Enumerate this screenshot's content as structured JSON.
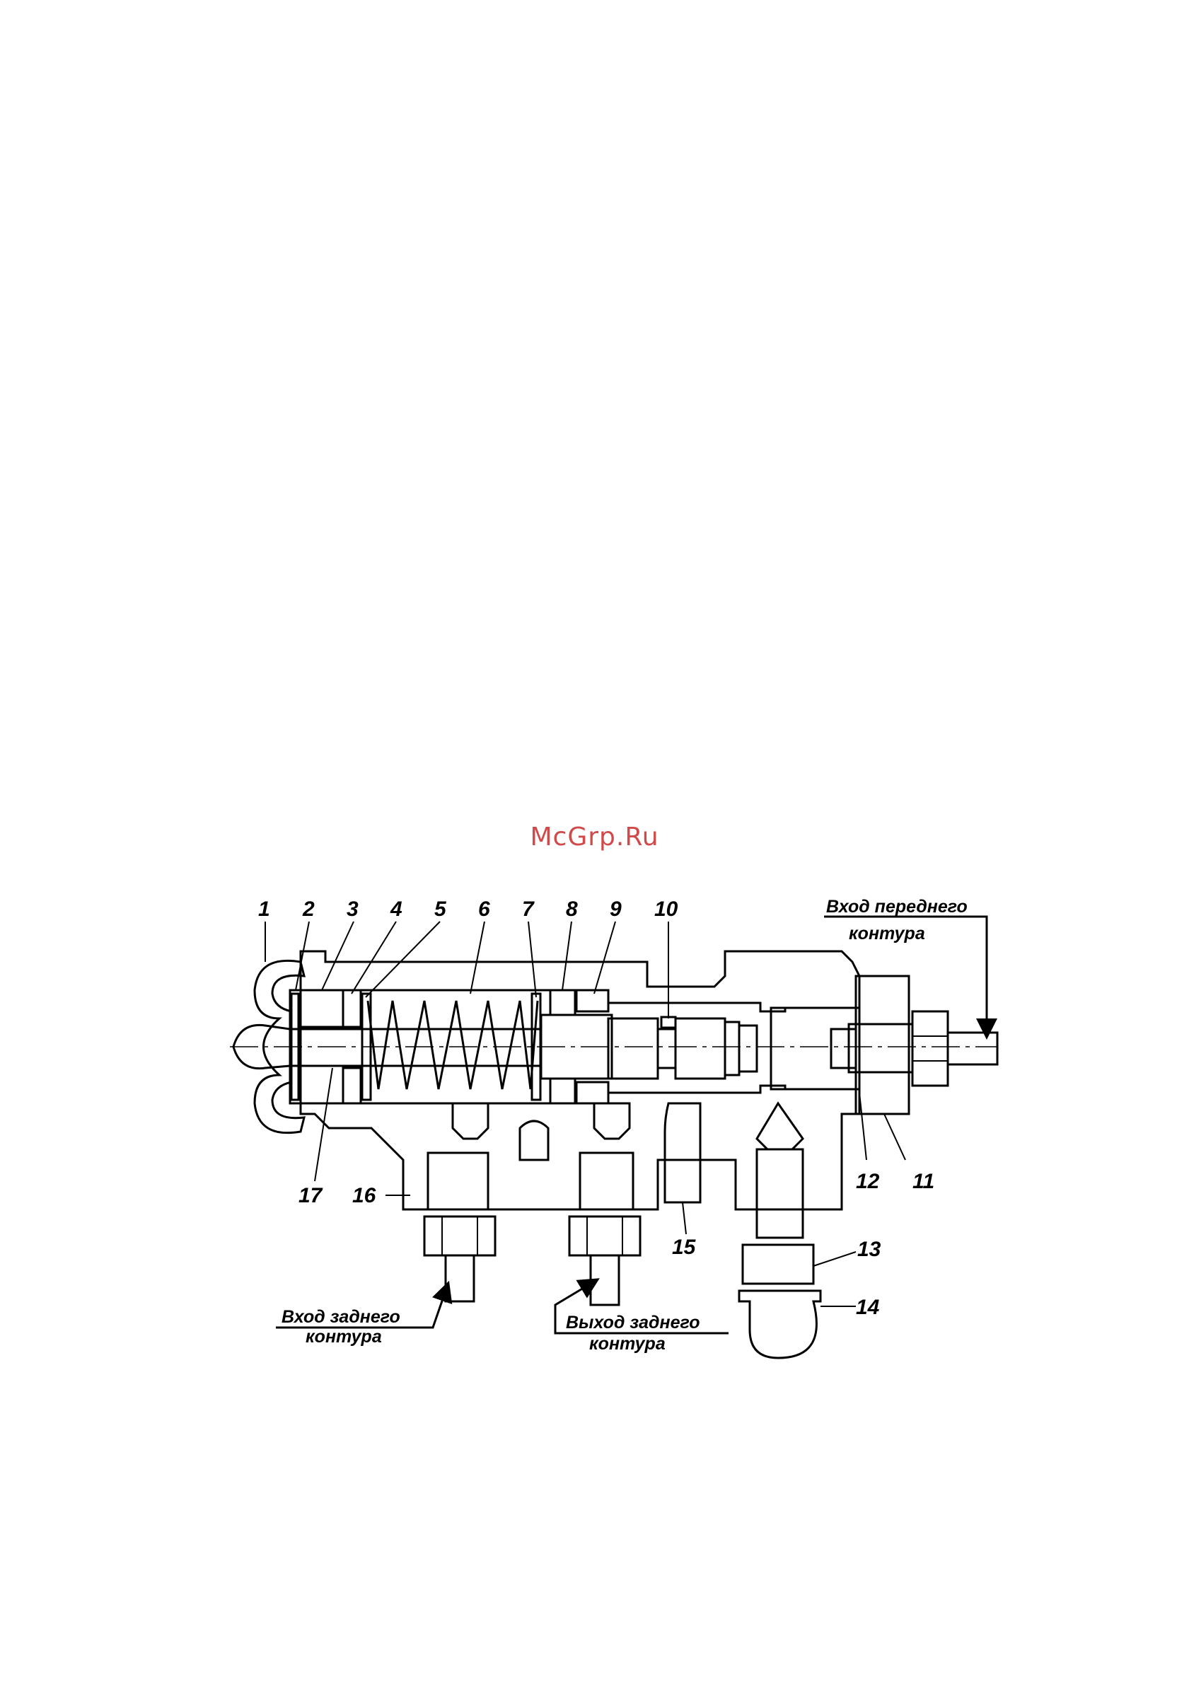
{
  "watermark": "McGrp.Ru",
  "labels": {
    "n1": "1",
    "n2": "2",
    "n3": "3",
    "n4": "4",
    "n5": "5",
    "n6": "6",
    "n7": "7",
    "n8": "8",
    "n9": "9",
    "n10": "10",
    "n11": "11",
    "n12": "12",
    "n13": "13",
    "n14": "14",
    "n15": "15",
    "n16": "16",
    "n17": "17"
  },
  "captions": {
    "front_in_1": "Вход переднего",
    "front_in_2": "контура",
    "rear_in_1": "Вход заднего",
    "rear_in_2": "контура",
    "rear_out_1": "Выход заднего",
    "rear_out_2": "контура"
  }
}
